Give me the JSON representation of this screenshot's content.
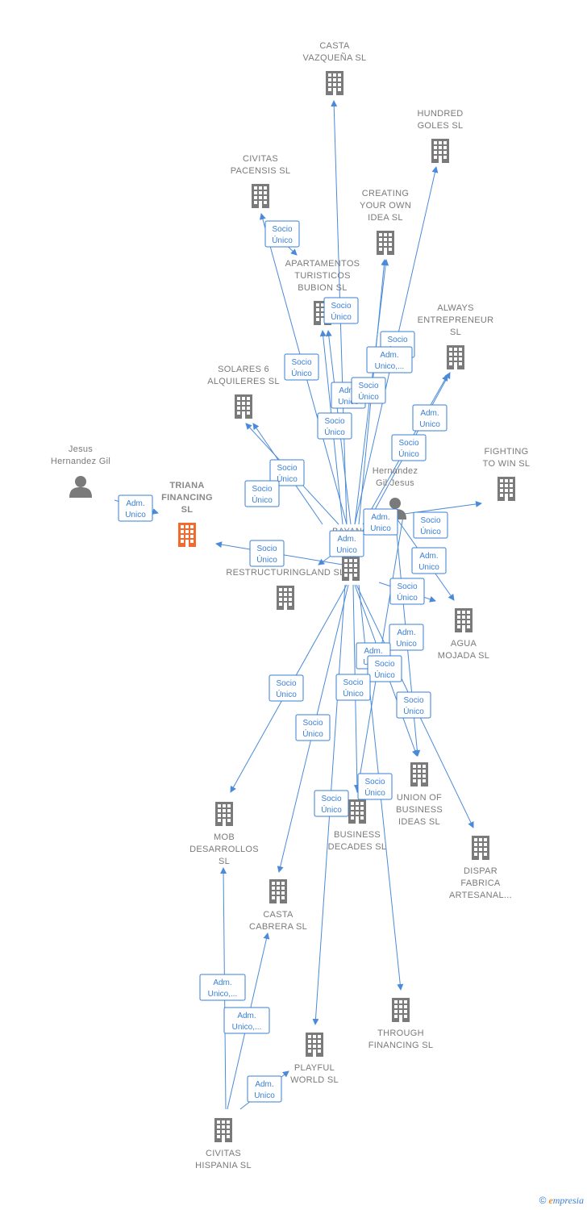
{
  "colors": {
    "edge": "#4a8ad8",
    "company": "#7a7a7a",
    "focus_company": "#f26a2e",
    "person": "#7a7a7a",
    "label_text": "#3a7fd5"
  },
  "nodes": [
    {
      "id": "casta_vazquena",
      "type": "company",
      "label": [
        "CASTA",
        "VAZQUEÑA SL"
      ]
    },
    {
      "id": "hundred_goles",
      "type": "company",
      "label": [
        "HUNDRED",
        "GOLES SL"
      ]
    },
    {
      "id": "civitas_pacensis",
      "type": "company",
      "label": [
        "CIVITAS",
        "PACENSIS SL"
      ]
    },
    {
      "id": "creating_your_own_idea",
      "type": "company",
      "label": [
        "CREATING",
        "YOUR OWN",
        "IDEA SL"
      ]
    },
    {
      "id": "apartamentos_turisticos",
      "type": "company",
      "label": [
        "APARTAMENTOS",
        "TURISTICOS",
        "BUBION SL"
      ]
    },
    {
      "id": "always_entrepreneur",
      "type": "company",
      "label": [
        "ALWAYS",
        "ENTREPRENEUR",
        "SL"
      ]
    },
    {
      "id": "solares_6",
      "type": "company",
      "label": [
        "SOLARES 6",
        "ALQUILERES SL"
      ]
    },
    {
      "id": "jesus_hernandez_gil",
      "type": "person",
      "label": [
        "Jesus",
        "Hernandez Gil"
      ]
    },
    {
      "id": "triana_financing",
      "type": "company",
      "focus": true,
      "label": [
        "TRIANA",
        "FINANCING",
        "SL"
      ]
    },
    {
      "id": "hernandez_gil_jesus",
      "type": "person",
      "label": [
        "Hernandez",
        "Gil Jesus"
      ]
    },
    {
      "id": "fighting_to_win",
      "type": "company",
      "label": [
        "FIGHTING",
        "TO WIN SL"
      ]
    },
    {
      "id": "bayano",
      "type": "company",
      "label": [
        "BAYANO",
        "SL"
      ]
    },
    {
      "id": "restructuringland",
      "type": "company",
      "label": [
        "RESTRUCTURINGLAND SL"
      ]
    },
    {
      "id": "agua_mojada",
      "type": "company",
      "label": [
        "AGUA",
        "MOJADA SL"
      ]
    },
    {
      "id": "mob_desarrollos",
      "type": "company",
      "label": [
        "MOB",
        "DESARROLLOS",
        "SL"
      ]
    },
    {
      "id": "union_of_business_ideas",
      "type": "company",
      "label": [
        "UNION OF",
        "BUSINESS",
        "IDEAS SL"
      ]
    },
    {
      "id": "business_decades",
      "type": "company",
      "label": [
        "BUSINESS",
        "DECADES SL"
      ]
    },
    {
      "id": "dispar_fabrica",
      "type": "company",
      "label": [
        "DISPAR",
        "FABRICA",
        "ARTESANAL..."
      ]
    },
    {
      "id": "casta_cabrera",
      "type": "company",
      "label": [
        "CASTA",
        "CABRERA SL"
      ]
    },
    {
      "id": "through_financing",
      "type": "company",
      "label": [
        "THROUGH",
        "FINANCING SL"
      ]
    },
    {
      "id": "playful_world",
      "type": "company",
      "label": [
        "PLAYFUL",
        "WORLD SL"
      ]
    },
    {
      "id": "civitas_hispania",
      "type": "company",
      "label": [
        "CIVITAS",
        "HISPANIA SL"
      ]
    }
  ],
  "edge_labels": [
    {
      "id": "civitas-socio",
      "lines": [
        "Socio",
        "Único"
      ]
    },
    {
      "id": "apart-socio",
      "lines": [
        "Socio",
        "Único"
      ]
    },
    {
      "id": "hundred-socio",
      "lines": [
        "Socio",
        "Único"
      ]
    },
    {
      "id": "creating-adm",
      "lines": [
        "Adm.",
        "Unico,..."
      ]
    },
    {
      "id": "casta-v-socio",
      "lines": [
        "Socio",
        "Único"
      ]
    },
    {
      "id": "adm-partial-1",
      "lines": [
        "Adm.",
        "Unico"
      ]
    },
    {
      "id": "creating-socio",
      "lines": [
        "Socio",
        "Único"
      ]
    },
    {
      "id": "always-adm",
      "lines": [
        "Adm.",
        "Unico"
      ]
    },
    {
      "id": "bayano-socio-1",
      "lines": [
        "Socio",
        "Único"
      ]
    },
    {
      "id": "always-socio",
      "lines": [
        "Socio",
        "Único"
      ]
    },
    {
      "id": "solares-socio-1",
      "lines": [
        "Socio",
        "Único"
      ]
    },
    {
      "id": "solares-socio-2",
      "lines": [
        "Socio",
        "Único"
      ]
    },
    {
      "id": "jesus-adm",
      "lines": [
        "Adm.",
        "Unico"
      ]
    },
    {
      "id": "person-adm",
      "lines": [
        "Adm.",
        "Unico"
      ]
    },
    {
      "id": "fighting-socio",
      "lines": [
        "Socio",
        "Único"
      ]
    },
    {
      "id": "triana-socio",
      "lines": [
        "Socio",
        "Único"
      ]
    },
    {
      "id": "bayano-adm",
      "lines": [
        "Adm.",
        "Unico"
      ]
    },
    {
      "id": "agua-adm",
      "lines": [
        "Adm.",
        "Unico"
      ]
    },
    {
      "id": "agua-socio",
      "lines": [
        "Socio",
        "Único"
      ]
    },
    {
      "id": "union-adm",
      "lines": [
        "Adm.",
        "Unico"
      ]
    },
    {
      "id": "adm-partial-2",
      "lines": [
        "Adm.",
        "Unico"
      ]
    },
    {
      "id": "union-socio",
      "lines": [
        "Socio",
        "Único"
      ]
    },
    {
      "id": "mob-socio",
      "lines": [
        "Socio",
        "Único"
      ]
    },
    {
      "id": "decades-socio",
      "lines": [
        "Socio",
        "Único"
      ]
    },
    {
      "id": "dispar-socio",
      "lines": [
        "Socio",
        "Único"
      ]
    },
    {
      "id": "casta-c-socio",
      "lines": [
        "Socio",
        "Único"
      ]
    },
    {
      "id": "through-socio",
      "lines": [
        "Socio",
        "Único"
      ]
    },
    {
      "id": "playful-socio",
      "lines": [
        "Socio",
        "Único"
      ]
    },
    {
      "id": "hisp-mob-adm",
      "lines": [
        "Adm.",
        "Unico,..."
      ]
    },
    {
      "id": "hisp-cabrera-adm",
      "lines": [
        "Adm.",
        "Unico,..."
      ]
    },
    {
      "id": "hisp-playful-adm",
      "lines": [
        "Adm.",
        "Unico"
      ]
    }
  ],
  "copyright": {
    "symbol": "©",
    "brand_initial": "e",
    "brand_rest": "mpresia"
  }
}
